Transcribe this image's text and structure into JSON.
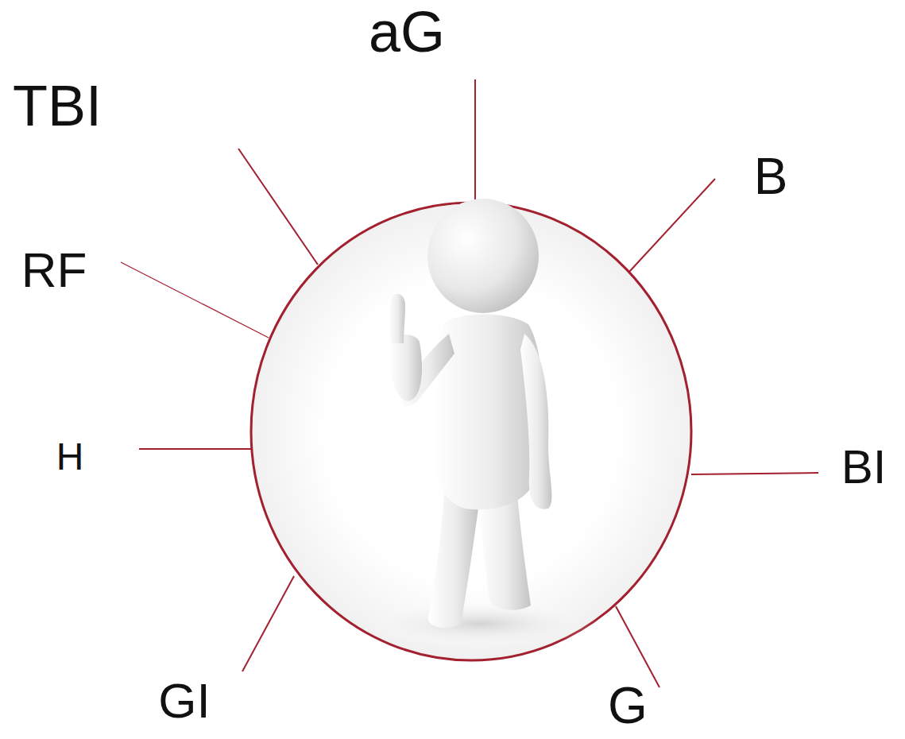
{
  "diagram": {
    "labels": [
      "aG",
      "TBI",
      "B",
      "RF",
      "H",
      "BI",
      "GI",
      "G"
    ]
  }
}
